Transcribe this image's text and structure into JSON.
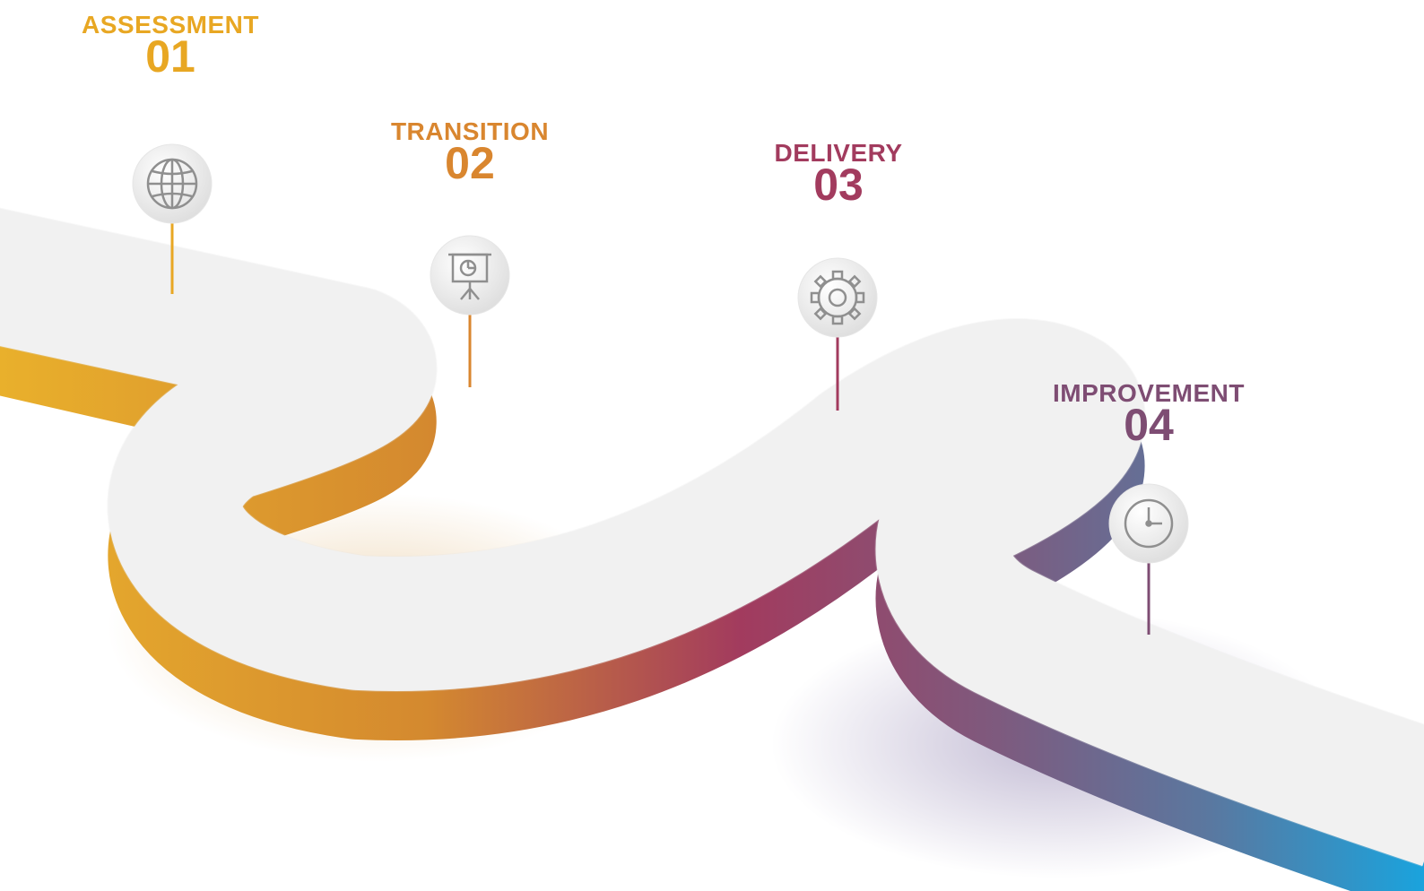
{
  "stages": [
    {
      "title": "ASSESSMENT",
      "number": "01",
      "icon": "globe-icon",
      "color": "#e8a723"
    },
    {
      "title": "TRANSITION",
      "number": "02",
      "icon": "presentation-icon",
      "color": "#d9862f"
    },
    {
      "title": "DELIVERY",
      "number": "03",
      "icon": "gear-icon",
      "color": "#a23b5e"
    },
    {
      "title": "IMPROVEMENT",
      "number": "04",
      "icon": "clock-icon",
      "color": "#7e4d73"
    }
  ],
  "road_gradient": [
    "#e9b02c",
    "#d4892f",
    "#a23b5e",
    "#7e5a7e",
    "#5a78a0",
    "#1aa3dd"
  ]
}
